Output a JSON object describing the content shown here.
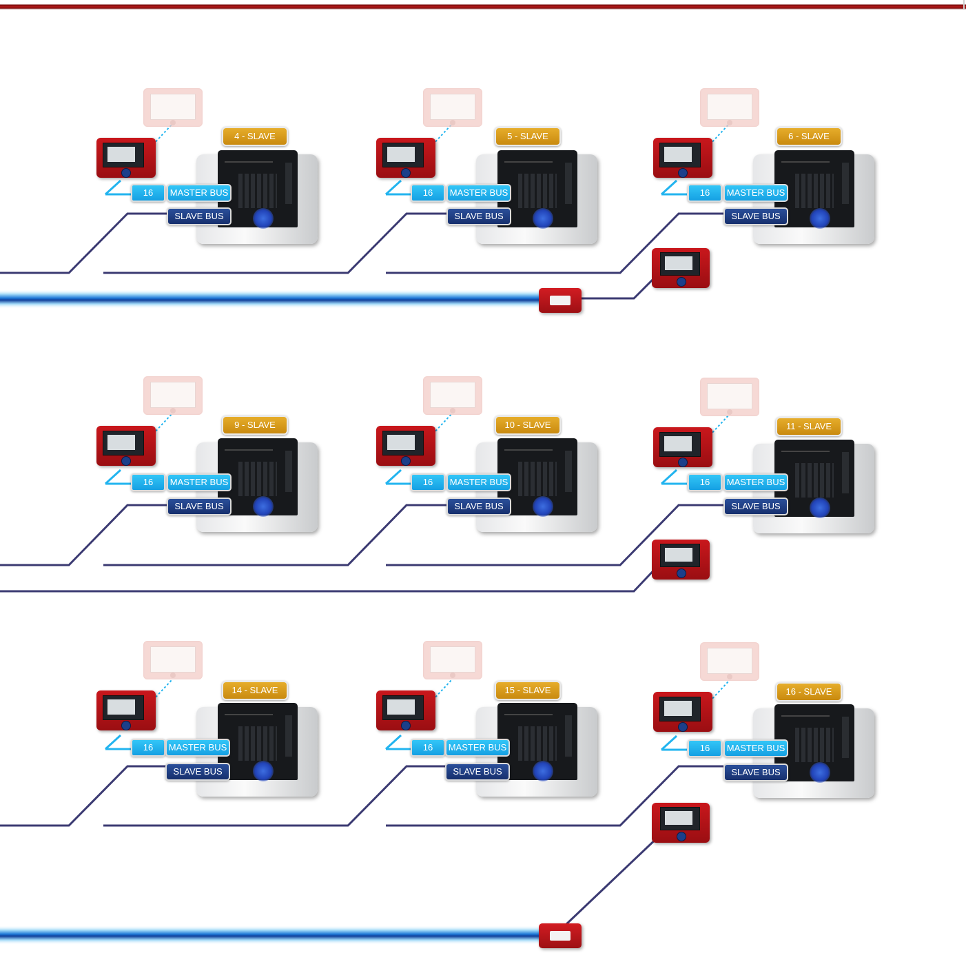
{
  "units": [
    {
      "slave_label": "4 - SLAVE",
      "panel_count": "16",
      "master_bus_label": "MASTER BUS",
      "slave_bus_label": "SLAVE BUS"
    },
    {
      "slave_label": "5 - SLAVE",
      "panel_count": "16",
      "master_bus_label": "MASTER BUS",
      "slave_bus_label": "SLAVE BUS"
    },
    {
      "slave_label": "6 - SLAVE",
      "panel_count": "16",
      "master_bus_label": "MASTER BUS",
      "slave_bus_label": "SLAVE BUS"
    },
    {
      "slave_label": "9 - SLAVE",
      "panel_count": "16",
      "master_bus_label": "MASTER BUS",
      "slave_bus_label": "SLAVE BUS"
    },
    {
      "slave_label": "10 - SLAVE",
      "panel_count": "16",
      "master_bus_label": "MASTER BUS",
      "slave_bus_label": "SLAVE BUS"
    },
    {
      "slave_label": "11 - SLAVE",
      "panel_count": "16",
      "master_bus_label": "MASTER BUS",
      "slave_bus_label": "SLAVE BUS"
    },
    {
      "slave_label": "14 - SLAVE",
      "panel_count": "16",
      "master_bus_label": "MASTER BUS",
      "slave_bus_label": "SLAVE BUS"
    },
    {
      "slave_label": "15 - SLAVE",
      "panel_count": "16",
      "master_bus_label": "MASTER BUS",
      "slave_bus_label": "SLAVE BUS"
    },
    {
      "slave_label": "16 - SLAVE",
      "panel_count": "16",
      "master_bus_label": "MASTER BUS",
      "slave_bus_label": "SLAVE BUS"
    }
  ],
  "colors": {
    "accent_red": "#b51a1a",
    "slave_badge": "#d99a1a",
    "master_bus": "#22b4ef",
    "slave_bus": "#1f3d85",
    "bus_wire": "#3b3a72",
    "trunk": "#1e64c8"
  },
  "icons": {
    "ghost_panel": "remote-display-ghost-icon",
    "control_panel": "control-panel-icon",
    "cabinet": "fire-control-cabinet-icon",
    "connector": "bus-connector-icon"
  }
}
